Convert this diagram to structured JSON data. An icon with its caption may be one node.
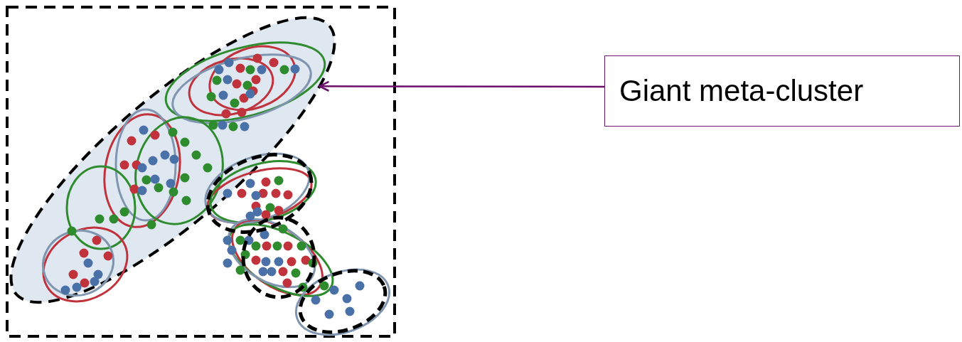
{
  "diagram": {
    "nodes": [
      {
        "text": [
          "Giant meta-cluster"
        ]
      },
      {
        "text": [],
        "shape": "ellipse"
      }
    ],
    "edges": [
      {
        "from": 0,
        "to": 1,
        "arrow": "to"
      }
    ]
  }
}
